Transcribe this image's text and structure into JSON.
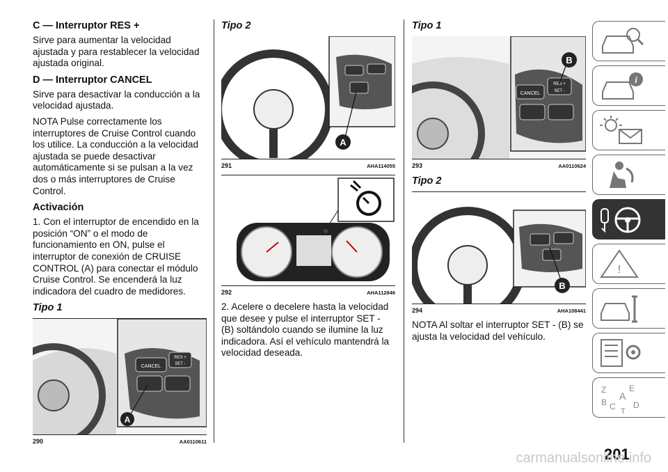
{
  "col1": {
    "h_c": "C — Interruptor RES +",
    "p_c": "Sirve para aumentar la velocidad ajustada y para restablecer la velocidad ajustada original.",
    "h_d": "D — Interruptor CANCEL",
    "p_d": "Sirve para desactivar la conducción a la velocidad ajustada.",
    "p_nota": "NOTA Pulse correctamente los interruptores de Cruise Control cuando los utilice. La conducción a la velocidad ajustada se puede desactivar automáticamente si se pulsan a la vez dos o más interruptores de Cruise Control.",
    "h_act": "Activación",
    "p_act": "1. Con el interruptor de encendido en la posición “ON” o el modo de funcionamiento en ON, pulse el interruptor de conexión de CRUISE CONTROL (A) para conectar el módulo Cruise Control. Se encenderá la luz indicadora del cuadro de medidores.",
    "h_tipo1": "Tipo 1",
    "fig_num": "290",
    "fig_code": "AA0110611",
    "fig_callout": "A",
    "btn_cancel": "CANCEL",
    "btn_res": "RES +",
    "btn_set": "SET -"
  },
  "col2": {
    "h_tipo2": "Tipo 2",
    "fig1_num": "291",
    "fig1_code": "AHA114055",
    "fig1_callout": "A",
    "fig2_num": "292",
    "fig2_code": "AHA112846",
    "p_2": "2. Acelere o decelere hasta la velocidad que desee y pulse el interruptor SET - (B) soltándolo cuando se ilumine la luz indicadora. Así el vehículo mantendrá la velocidad deseada."
  },
  "col3": {
    "h_tipo1": "Tipo 1",
    "fig1_num": "293",
    "fig1_code": "AA0110624",
    "fig1_callout": "B",
    "btn_cancel": "CANCEL",
    "btn_res": "RES +",
    "btn_set": "SET -",
    "h_tipo2": "Tipo 2",
    "fig2_num": "294",
    "fig2_code": "AHA108441",
    "fig2_callout": "B",
    "p_nota": "NOTA Al soltar el interruptor SET - (B) se ajusta la velocidad del vehículo."
  },
  "sidebar": {
    "icons": [
      "car-search-icon",
      "car-info-icon",
      "warning-light-envelope-icon",
      "airbag-seat-icon",
      "key-steering-wheel-icon",
      "road-warning-car-icon",
      "car-wrench-icon",
      "checklist-gears-icon",
      "alphabet-index-icon"
    ],
    "active_index": 4,
    "index_letters": "Z E B A C T D"
  },
  "page": {
    "number": "201",
    "watermark": "carmanualsonline.info"
  }
}
